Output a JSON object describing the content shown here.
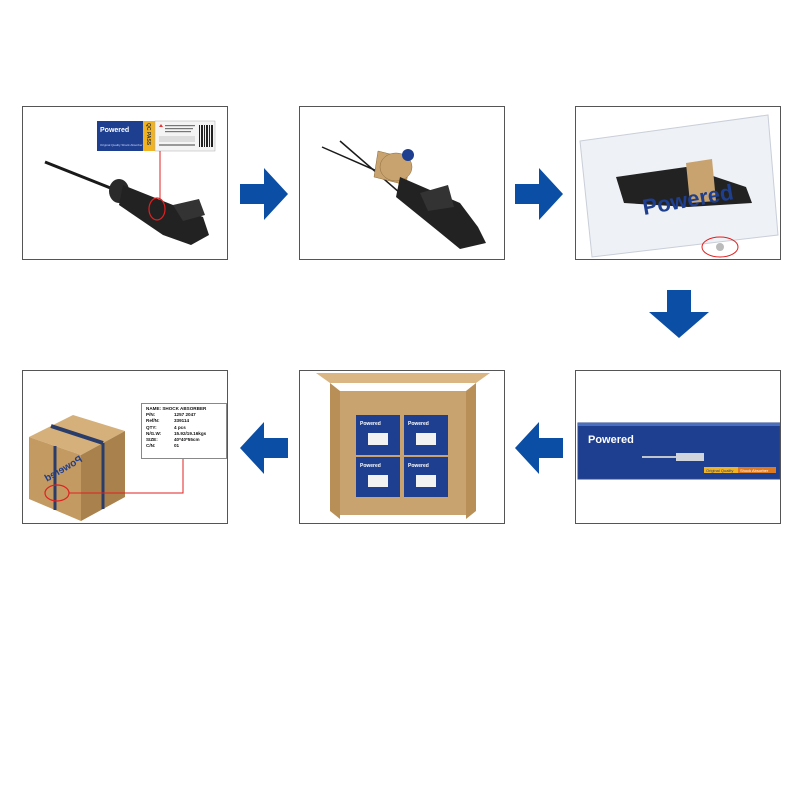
{
  "panels": {
    "p1": {
      "brand": "Powered",
      "subtitle": "Original Quality Shock Absorber",
      "qc": "QC PASS"
    },
    "p2": {},
    "p3": {
      "bag_text": "Powered"
    },
    "p4": {
      "brand": "Powered",
      "tagline": "Original Quality",
      "tagline2": "Shock Absorber"
    },
    "p5": {
      "box_brand": "Powered"
    },
    "p6": {
      "box_print": "Powered",
      "label": {
        "name_key": "NAME:",
        "name_val": "SHOCK ABSORBER",
        "rows": [
          {
            "k": "P/N:",
            "v": "1257 2047"
          },
          {
            "k": "Ref/N:",
            "v": "339114"
          },
          {
            "k": "QTY:",
            "v": "4 pcs"
          },
          {
            "k": "N/G.W:",
            "v": "15.92/19.16kgs"
          },
          {
            "k": "SIZE:",
            "v": "40*40*55cm"
          },
          {
            "k": "C/N:",
            "v": "01"
          }
        ]
      }
    }
  },
  "colors": {
    "arrow": "#0a4ea5",
    "brand_blue": "#1e3f8f",
    "cardboard": "#c8a36f",
    "highlight_red": "#e02020"
  }
}
